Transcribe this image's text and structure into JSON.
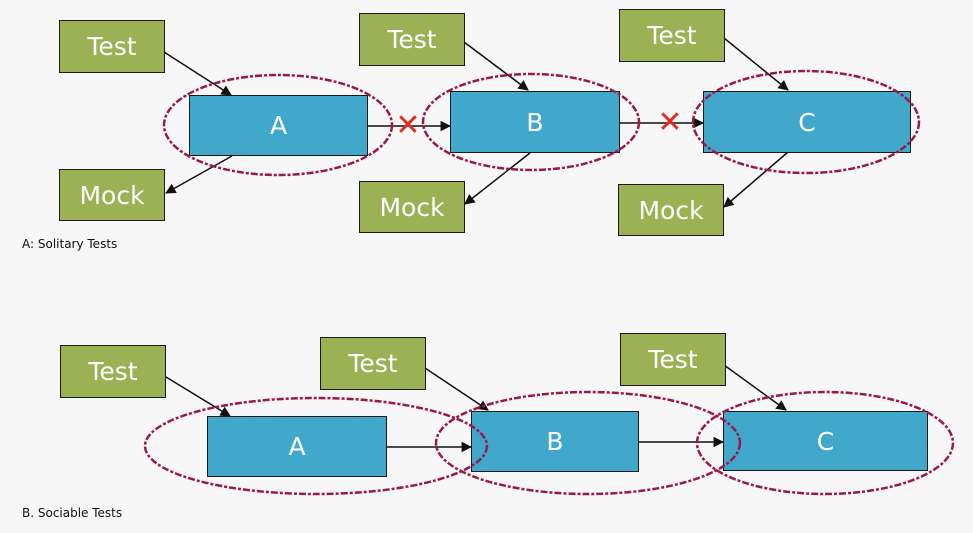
{
  "colors": {
    "test_box": "#9bb154",
    "component_box": "#41a8cc",
    "scope_ellipse": "#9b1948",
    "blocked_mark": "#e12c1e",
    "text_on_box": "#ffffff"
  },
  "diagram_a": {
    "caption": "A: Solitary Tests",
    "tests": [
      "Test",
      "Test",
      "Test"
    ],
    "components": [
      "A",
      "B",
      "C"
    ],
    "mocks": [
      "Mock",
      "Mock",
      "Mock"
    ],
    "blocked_mark": "✕"
  },
  "diagram_b": {
    "caption": "B. Sociable Tests",
    "tests": [
      "Test",
      "Test",
      "Test"
    ],
    "components": [
      "A",
      "B",
      "C"
    ]
  }
}
